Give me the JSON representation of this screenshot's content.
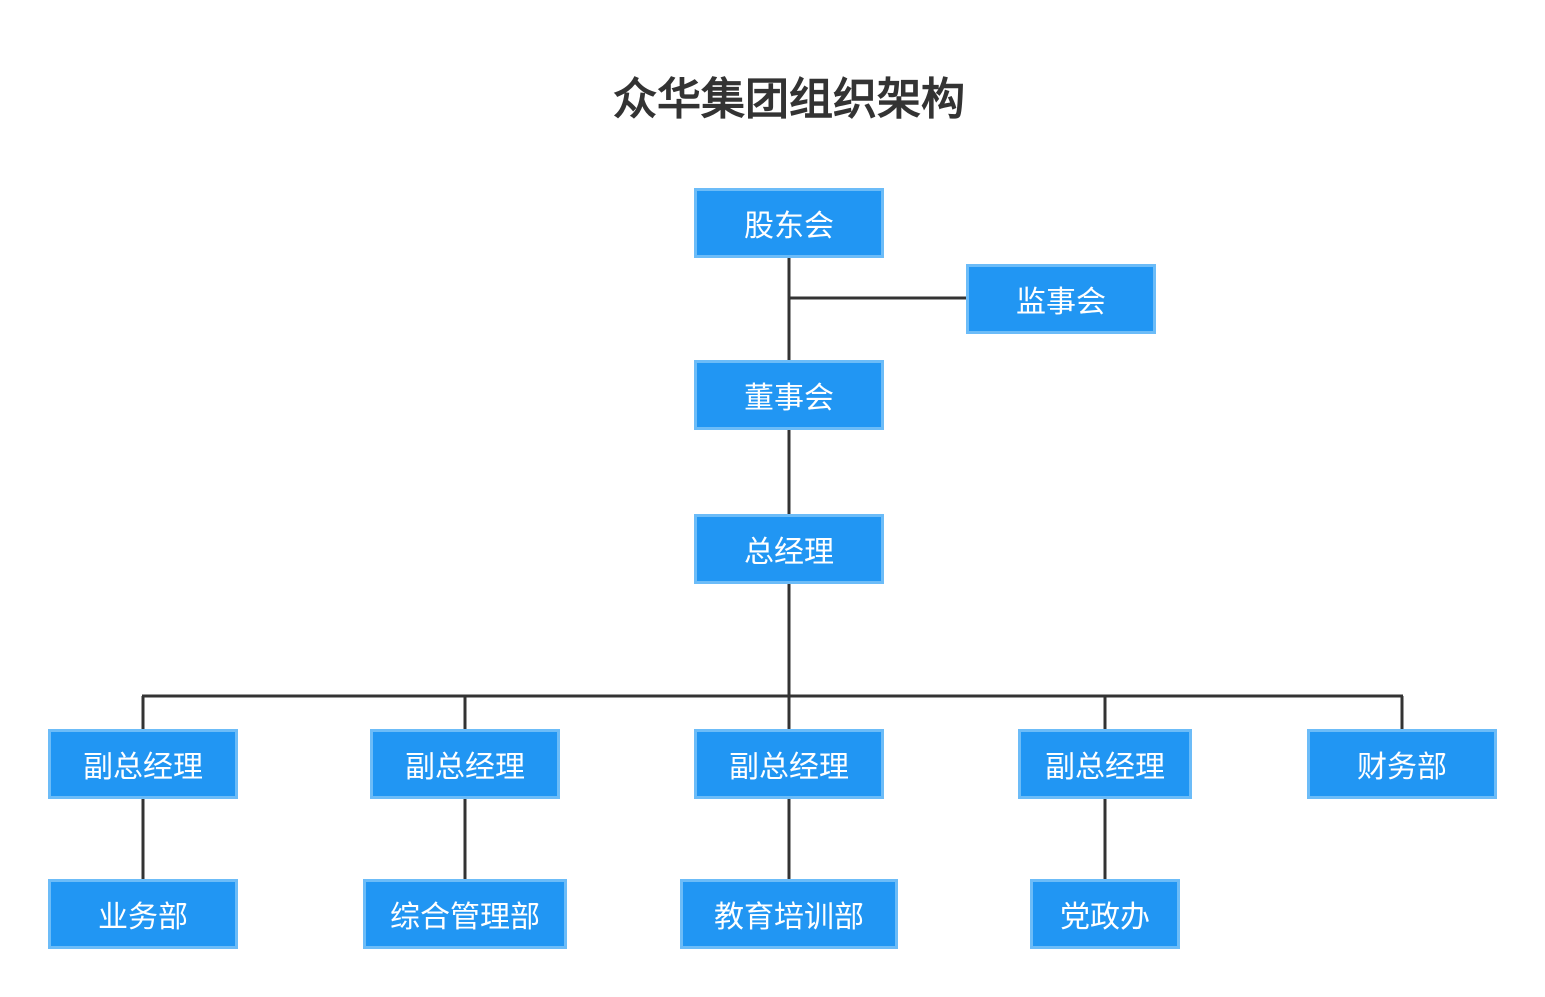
{
  "title": "众华集团组织架构",
  "nodes": {
    "shareholders": "股东会",
    "supervisors": "监事会",
    "board": "董事会",
    "general_manager": "总经理",
    "deputy_1": "副总经理",
    "deputy_2": "副总经理",
    "deputy_3": "副总经理",
    "deputy_4": "副总经理",
    "finance": "财务部",
    "business": "业务部",
    "admin_mgmt": "综合管理部",
    "education": "教育培训部",
    "party_office": "党政办"
  },
  "colors": {
    "node_fill": "#2196f3",
    "node_border": "#6cbcf8",
    "connector": "#333333",
    "title": "#333333"
  }
}
